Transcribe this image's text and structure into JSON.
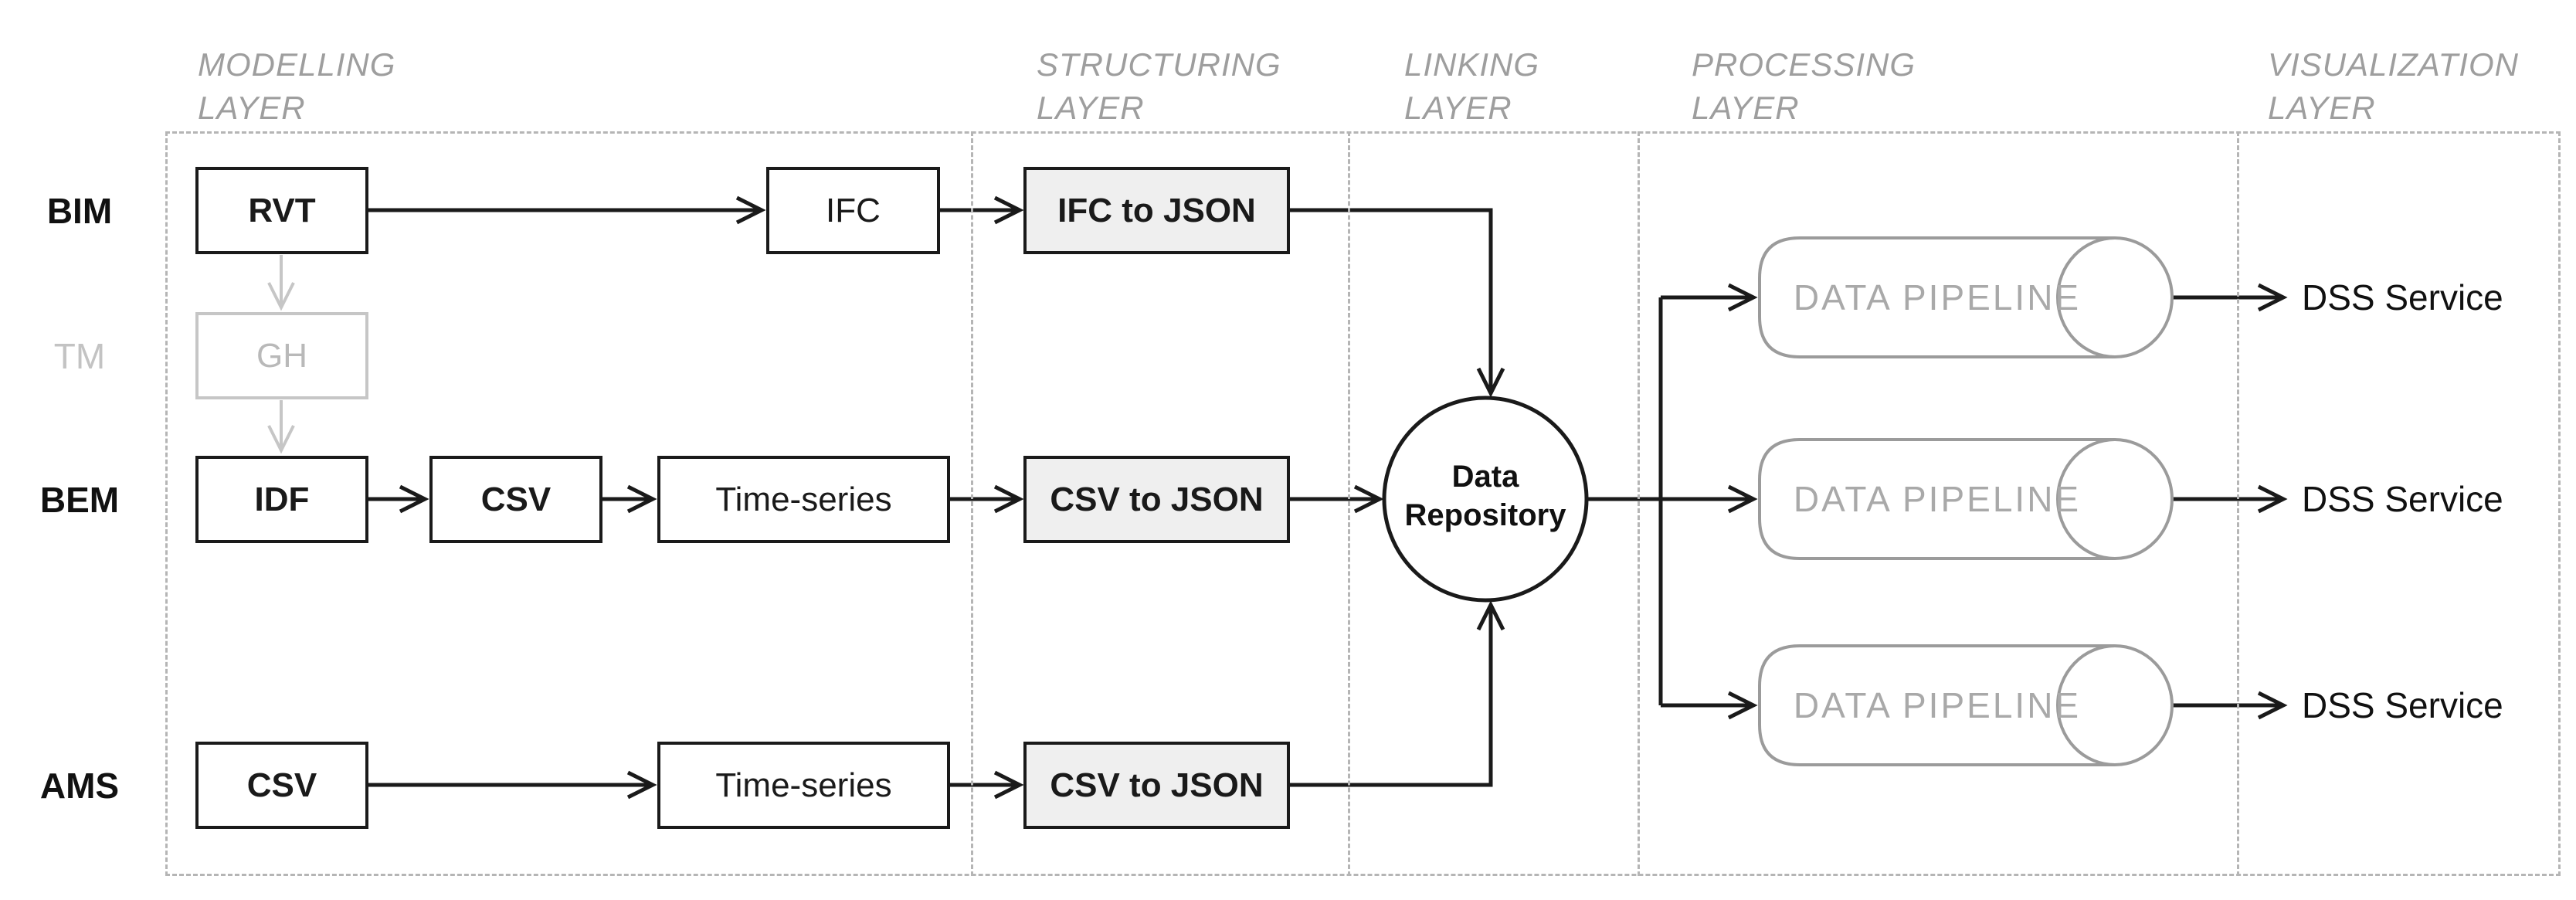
{
  "diagram_title": "BIM/BEM/AMS data integration pipeline",
  "layers": [
    {
      "id": "modelling",
      "label": "MODELLING\nLAYER"
    },
    {
      "id": "structuring",
      "label": "STRUCTURING\nLAYER"
    },
    {
      "id": "linking",
      "label": "LINKING\nLAYER"
    },
    {
      "id": "processing",
      "label": "PROCESSING\nLAYER"
    },
    {
      "id": "visualization",
      "label": "VISUALIZATION\nLAYER"
    }
  ],
  "rows": {
    "bim": "BIM",
    "tm": "TM",
    "bem": "BEM",
    "ams": "AMS"
  },
  "nodes": {
    "rvt": "RVT",
    "ifc": "IFC",
    "ifc_to_json": "IFC to JSON",
    "gh": "GH",
    "idf": "IDF",
    "csv_bem": "CSV",
    "timeseries_bem": "Time-series",
    "csv_to_json_bem": "CSV to JSON",
    "csv_ams": "CSV",
    "timeseries_ams": "Time-series",
    "csv_to_json_ams": "CSV to JSON",
    "repository": "Data\nRepository",
    "pipeline_1": "DATA PIPELINE",
    "pipeline_2": "DATA PIPELINE",
    "pipeline_3": "DATA PIPELINE",
    "dss_1": "DSS Service",
    "dss_2": "DSS Service",
    "dss_3": "DSS Service"
  },
  "colors": {
    "ink": "#1a1a1a",
    "muted_node": "#c6c6c6",
    "layer_label": "#9e9e9e",
    "dashed_border": "#b5b5b5",
    "cylinder_stroke": "#9b9b9b",
    "cylinder_text": "#a9a9a9",
    "json_box_fill": "#efefef"
  }
}
